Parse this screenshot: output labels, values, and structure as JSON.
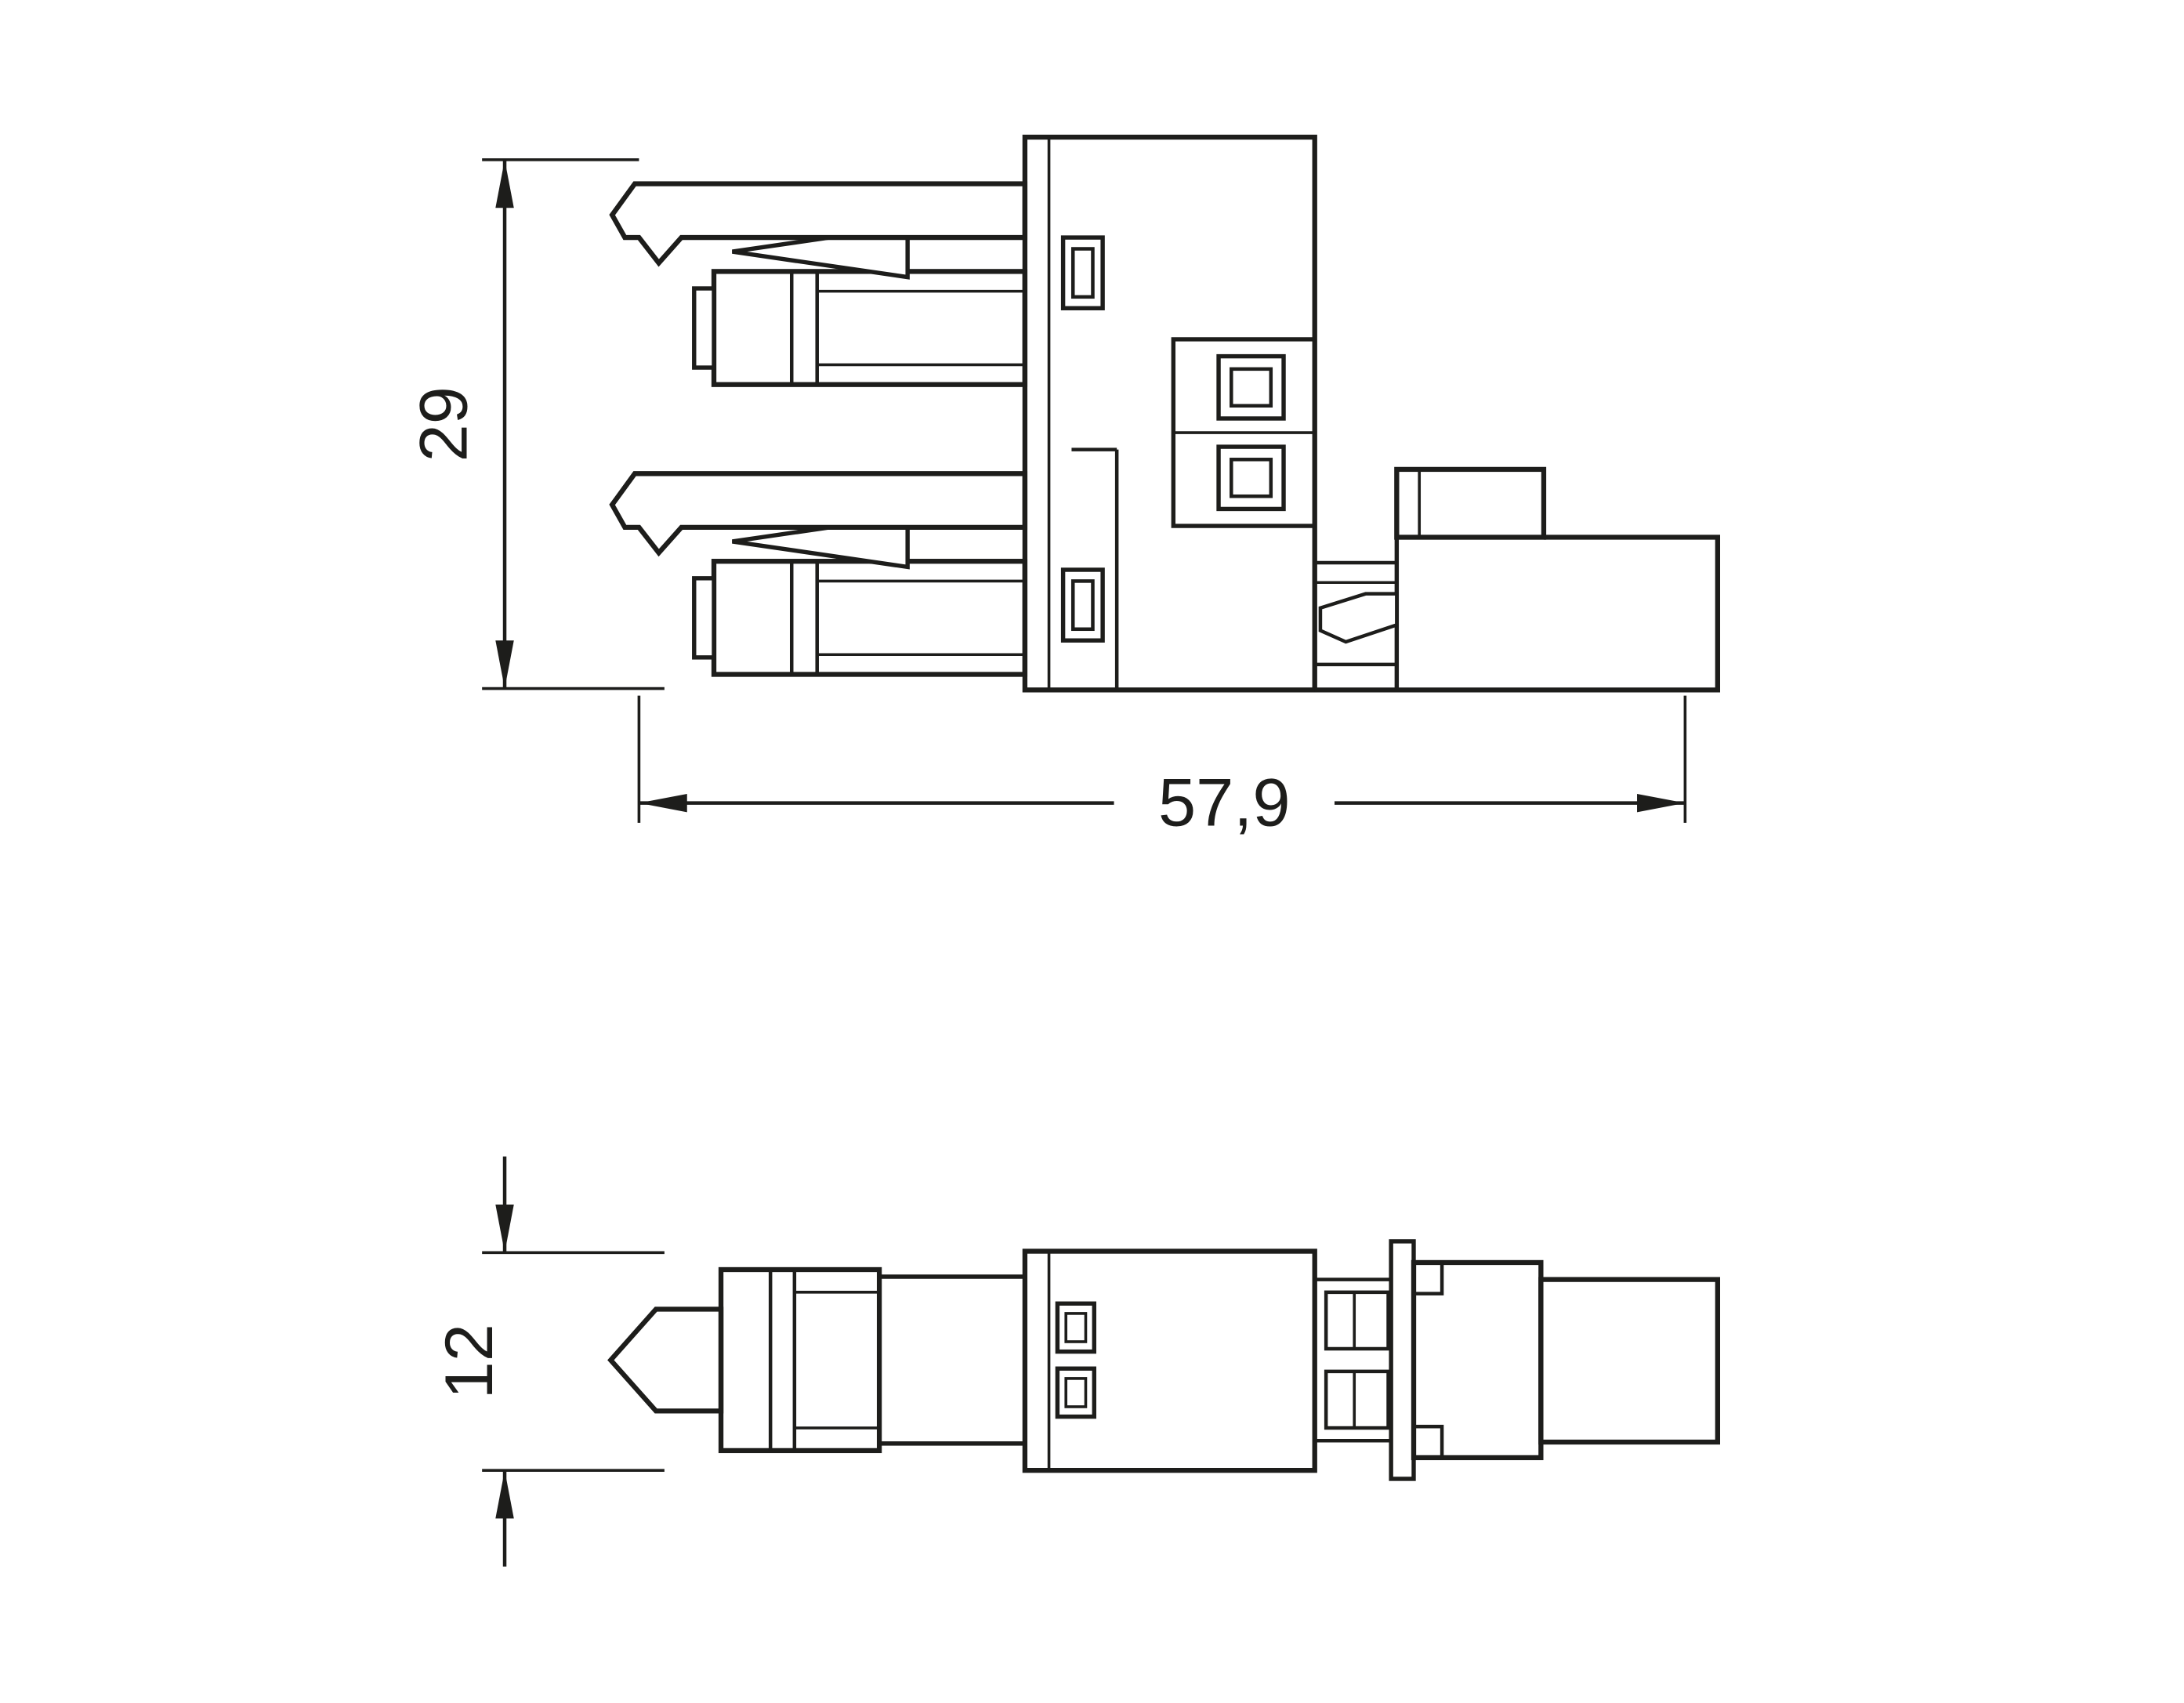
{
  "drawing": {
    "type": "technical-dimension-drawing",
    "subject": "2-pole-distribution-connector",
    "colors": {
      "line": "#1d1d1b",
      "background": "#ffffff"
    },
    "side_view": {
      "height_dimension": "29",
      "width_dimension": "57,9"
    },
    "bottom_view": {
      "height_dimension": "12"
    }
  }
}
